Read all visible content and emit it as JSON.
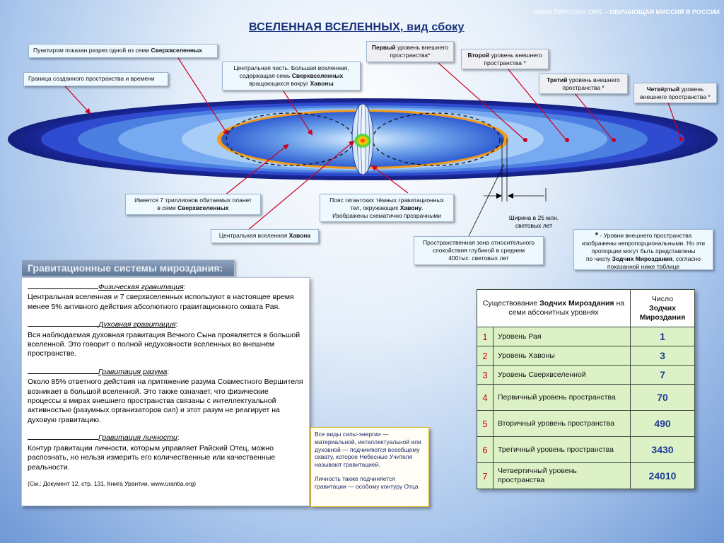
{
  "header": {
    "site": "WWW.TMRUSSIA.ORG",
    "separator": " – ",
    "org": "ОБУЧАЮЩАЯ МИССИЯ В РОССИИ"
  },
  "title": "ВСЕЛЕННАЯ ВСЕЛЕННЫХ, вид сбоку",
  "callouts": {
    "dotted_line": {
      "text": "Пунктиром показан разрез одной из семи ",
      "bold": "Сверхвселенных"
    },
    "boundary": {
      "text": "Граница созданного пространства и времени"
    },
    "central_part": {
      "line1": "Центральная часть. Большая вселенная,",
      "line2": "содержащая семь ",
      "bold": "Сверхвселенных",
      "line3": "вращающихся вокруг ",
      "bold2": "Хавоны"
    },
    "first_level": {
      "bold": "Первый",
      "text": " уровень внешнего",
      "line2": "пространства*"
    },
    "second_level": {
      "bold": "Второй",
      "text": " уровень внешнего",
      "line2": "пространства *"
    },
    "third_level": {
      "bold": "Третий",
      "text": " уровень внешнего",
      "line2": "пространства *"
    },
    "fourth_level": {
      "bold": "Четвёртый",
      "text": " уровень",
      "line2": "внешнего пространства *"
    },
    "planets": {
      "line1": "Имеется 7 триллионов обитаемых планет",
      "line2": "в семи ",
      "bold": "Сверхвселенных"
    },
    "belt": {
      "line1": "Пояс гигантских тёмных гравитационных",
      "line2": "тел,  окружающих ",
      "bold": "Хавону",
      "line2end": ".",
      "line3": "Изображены схематично прозрачными"
    },
    "havona": {
      "text": "Центральная вселенная ",
      "bold": "Хавона"
    },
    "width": {
      "line1": "Ширина  в 25 млн.",
      "line2": "световых лет"
    },
    "quiet_zone": {
      "line1": "Пространственная зона относительного",
      "line2": "спокойствия глубиной в среднем",
      "line3": "400тыс. световых лет"
    },
    "footnote": {
      "star": "*",
      "line1": " - Уровни внешнего пространства",
      "line2": "изображены непропорциональными. Но эти",
      "line3": "пропорции могут быть представлены",
      "line4": "по числу ",
      "bold": "Зодчих Мироздания",
      "line4end": ", согласно",
      "line5": "показанной ниже таблице"
    }
  },
  "gravity": {
    "header": "Гравитационные системы мироздания:",
    "items": [
      {
        "name": "Физическая гравитация",
        "body": "Центральная вселенная и 7 сверхвселенных используют в настоящее время менее 5% активного действия абсолютного гравитационного охвата Рая."
      },
      {
        "name": "Духовная гравитация",
        "body": "Вся наблюдаемая духовная гравитация Вечного Сына проявляется в большой вселенной. Это говорит о полной недуховности вселенных во внешнем пространстве."
      },
      {
        "name": "Гравитация разума",
        "body": "Около 85% ответного действия на притяжение разума Совместного Вершителя возникает в большой вселенной. Это также означает, что физические процессы в мирах внешнего пространства связаны с интеллектуальной активностью (разумных организаторов сил) и этот разум не реагирует на духовую гравитацию."
      },
      {
        "name": "Гравитация личности",
        "body": "Контур гравитации личности, которым управляет Райский Отец, можно распознать, но нельзя измерить его количественные или качественные реальности."
      }
    ],
    "citation": "(См.: Документ 12, стр. 131, Книга Урантии, www.urantia.org)"
  },
  "yellow_note": {
    "p1": "Все виды силы-энергии — материальной, интеллектуальной или духовной — подчиняются всеобщему охвату, которое Небесные Учителя называют гравитацией.",
    "p2": "Личность также подчиняется гравитации — особому контуру Отца"
  },
  "table": {
    "col1_a": "Существование ",
    "col1_b": "Зодчих Мироздания",
    "col1_c": " на семи абсонитных уровнях",
    "col2_a": "Число",
    "col2_b": "Зодчих Мироздания",
    "rows": [
      {
        "n": "1",
        "level": "Уровень Рая",
        "count": "1"
      },
      {
        "n": "2",
        "level": "Уровень Хавоны",
        "count": "3"
      },
      {
        "n": "3",
        "level": "Уровень Сверхвселенной",
        "count": "7"
      },
      {
        "n": "4",
        "level": "Первичный уровень пространства",
        "count": "70"
      },
      {
        "n": "5",
        "level": "Вторичный уровень пространства",
        "count": "490"
      },
      {
        "n": "6",
        "level": "Третичный уровень пространства",
        "count": "3430"
      },
      {
        "n": "7",
        "level": "Четвертичный уровень пространства",
        "count": "24010"
      }
    ]
  },
  "colors": {
    "outer_level": "#1e2fb8",
    "middle_level": "#3c69d9",
    "inner_level": "#7ab0ef",
    "boundary": "#f39a1a",
    "arrow": "#cc0020",
    "title": "#17307a",
    "table_cell": "#dcf2c6",
    "table_value": "#1d3a94"
  }
}
